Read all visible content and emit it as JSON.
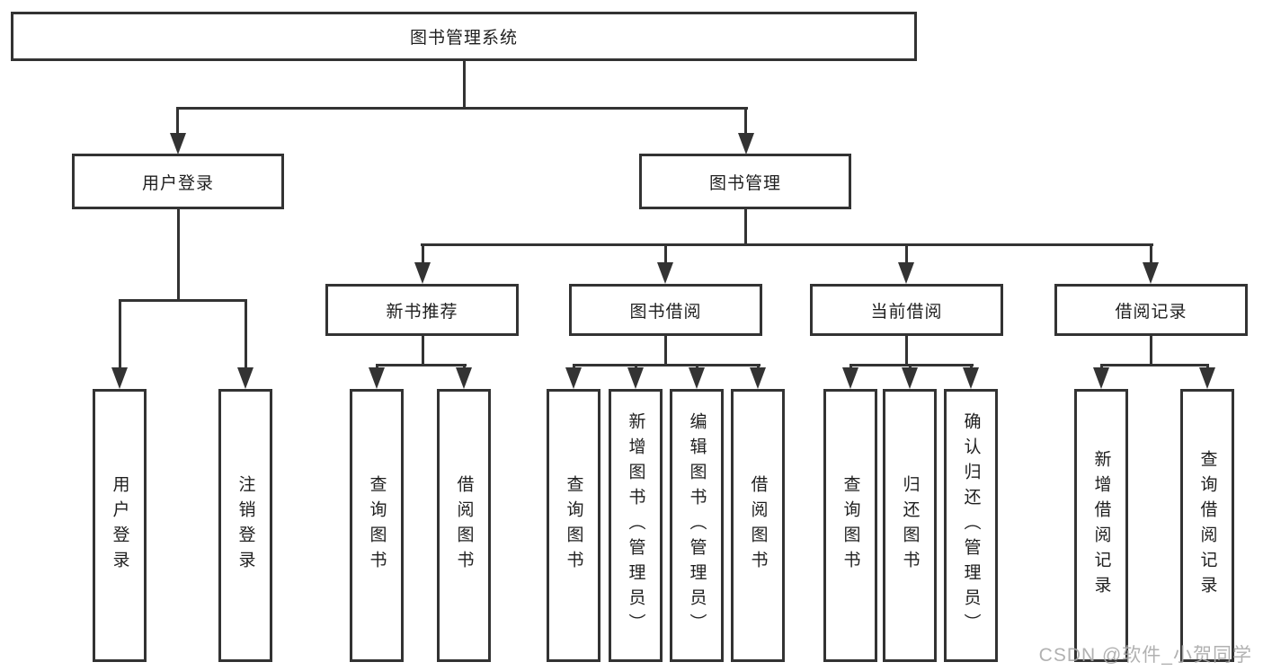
{
  "tree": {
    "root": "图书管理系统",
    "children": [
      {
        "label": "用户登录",
        "children": [
          {
            "label": "用户登录"
          },
          {
            "label": "注销登录"
          }
        ]
      },
      {
        "label": "图书管理",
        "children": [
          {
            "label": "新书推荐",
            "children": [
              {
                "label": "查询图书"
              },
              {
                "label": "借阅图书"
              }
            ]
          },
          {
            "label": "图书借阅",
            "children": [
              {
                "label": "查询图书"
              },
              {
                "label": "新增图书（管理员）"
              },
              {
                "label": "编辑图书（管理员）"
              },
              {
                "label": "借阅图书"
              }
            ]
          },
          {
            "label": "当前借阅",
            "children": [
              {
                "label": "查询图书"
              },
              {
                "label": "归还图书"
              },
              {
                "label": "确认归还（管理员）"
              }
            ]
          },
          {
            "label": "借阅记录",
            "children": [
              {
                "label": "新增借阅记录"
              },
              {
                "label": "查询借阅记录"
              }
            ]
          }
        ]
      }
    ]
  },
  "watermark": "CSDN @软件_小贺同学",
  "colors": {
    "line": "#333333",
    "text": "#1f1f1f",
    "watermark": "#a8a8a8",
    "background": "#ffffff"
  }
}
